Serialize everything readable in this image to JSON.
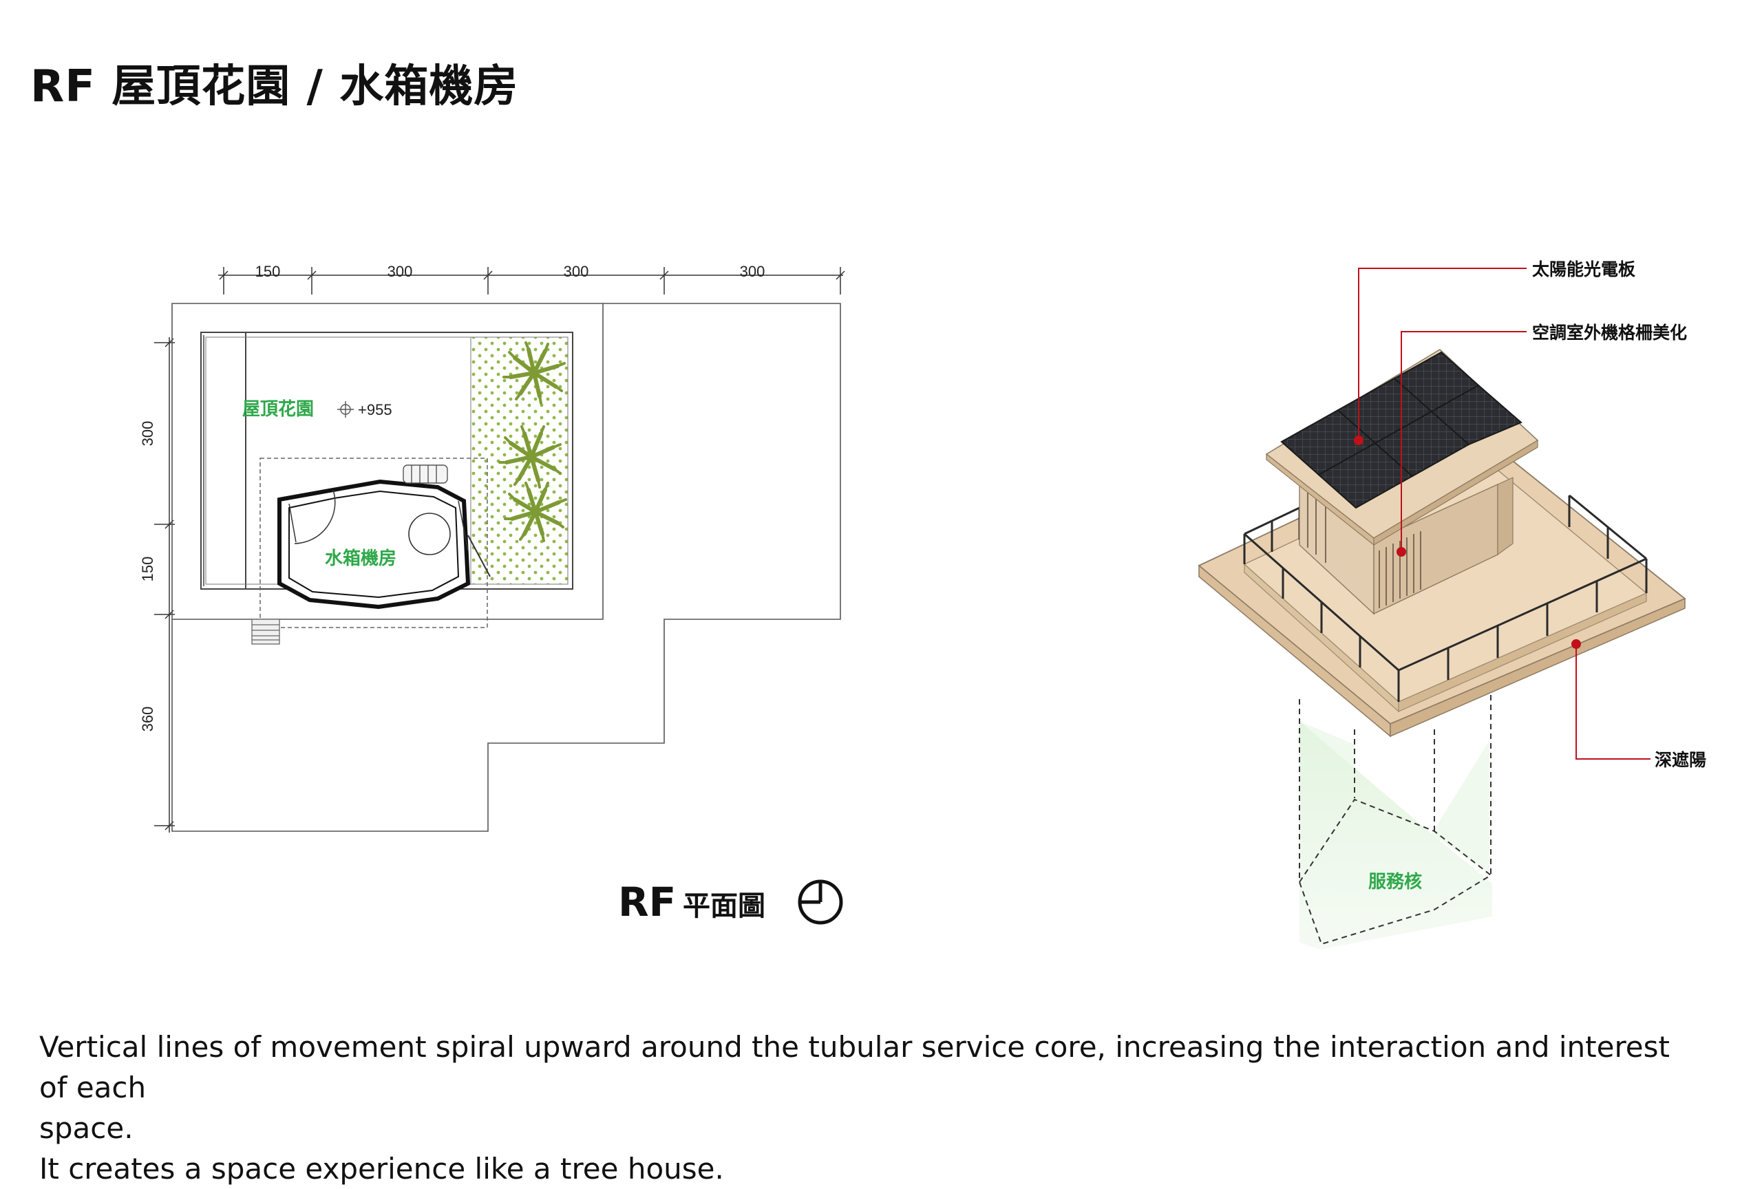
{
  "title": "RF 屋頂花園 / 水箱機房",
  "plan": {
    "top_dimensions": [
      "150",
      "300",
      "300",
      "300"
    ],
    "side_dimensions": [
      "300",
      "150",
      "360"
    ],
    "rooms": {
      "garden": "屋頂花園",
      "tank_room": "水箱機房"
    },
    "elevation": "+955",
    "caption_prefix": "RF",
    "caption_name": "平面圖",
    "north_icon": "north-arrow-icon"
  },
  "axonometric": {
    "callouts": {
      "solar": "太陽能光電板",
      "ac_screen": "空調室外機格柵美化",
      "shading": "深遮陽"
    },
    "core_label": "服務核"
  },
  "description": [
    "Vertical lines of movement spiral upward around the tubular service core, increasing the interaction and interest of each",
    "space.",
    "It creates a space experience like a tree house."
  ],
  "colors": {
    "accent_green": "#2fa84a",
    "callout_red": "#c0101a",
    "deck_wood": "#e8cfaf",
    "planter_green": "#8fb84a"
  }
}
